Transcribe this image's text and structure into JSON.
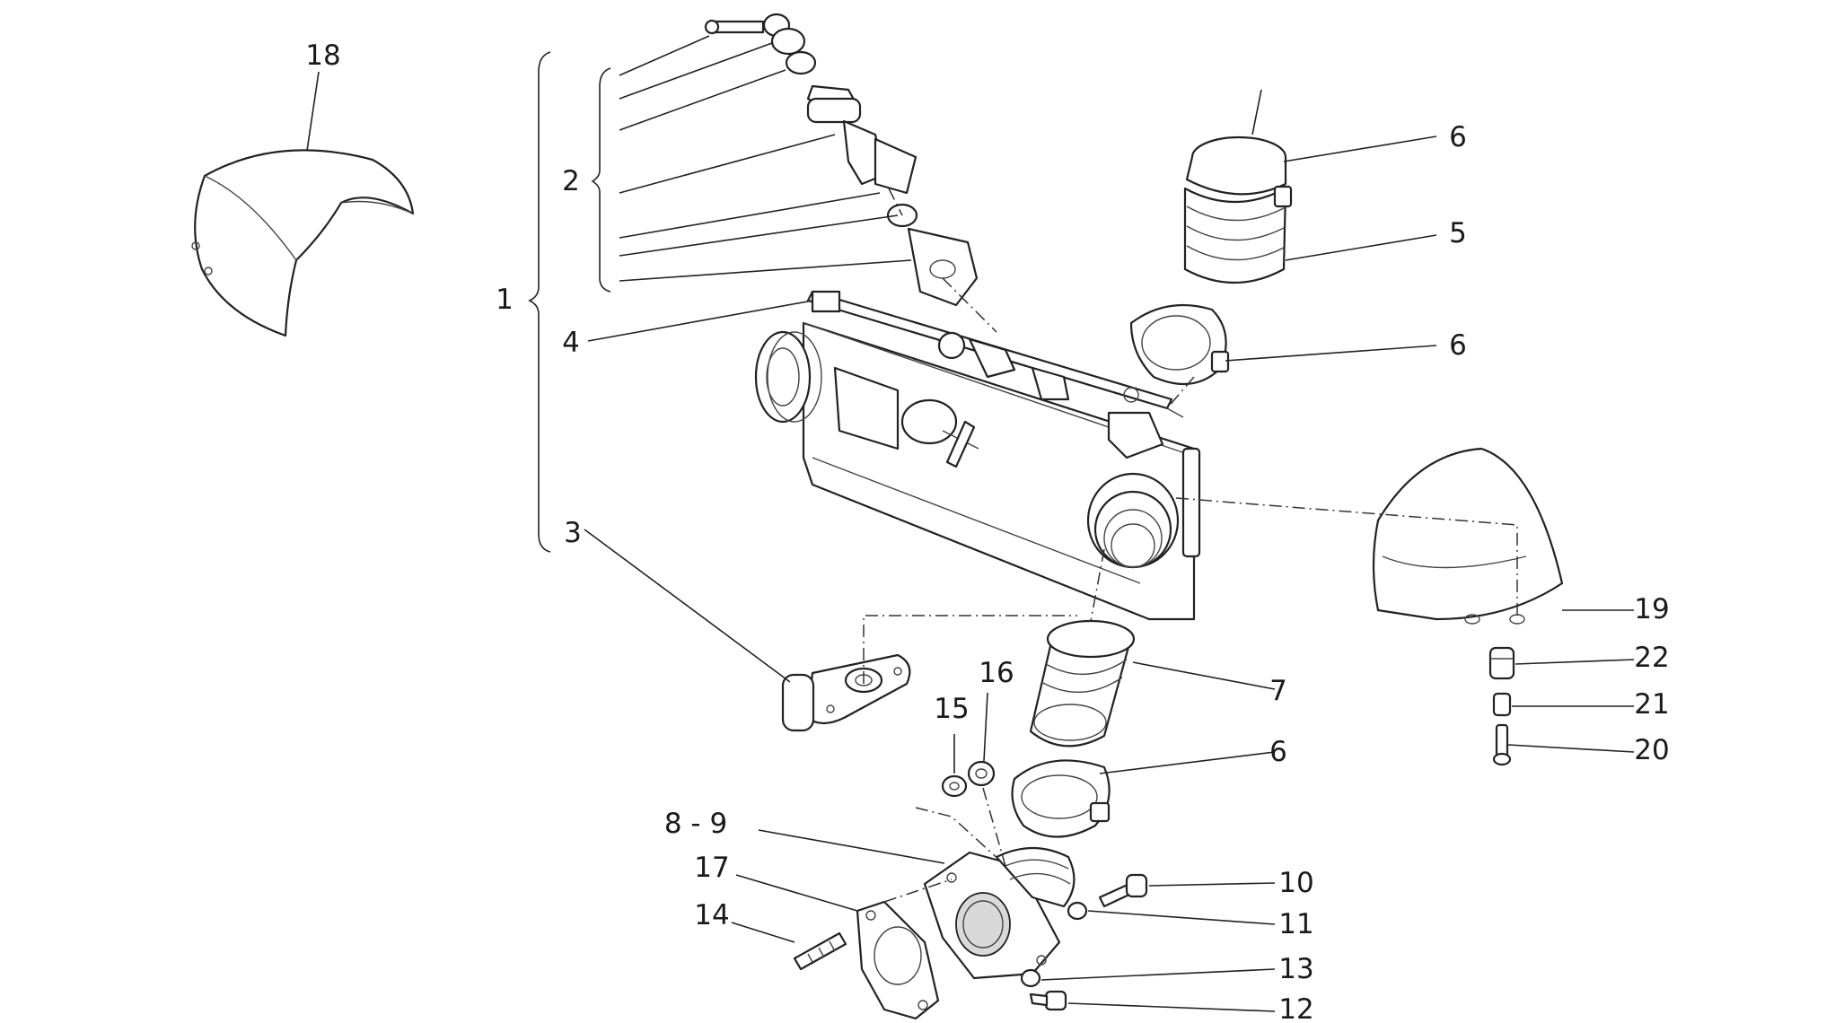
{
  "diagram": {
    "labels": {
      "l1": "1",
      "l2": "2",
      "l3": "3",
      "l4": "4",
      "l5": "5",
      "l6a": "6",
      "l6b": "6",
      "l6c": "6",
      "l7": "7",
      "l8_9": "8 - 9",
      "l10": "10",
      "l11": "11",
      "l12": "12",
      "l13": "13",
      "l14": "14",
      "l15": "15",
      "l16": "16",
      "l17": "17",
      "l18": "18",
      "l19": "19",
      "l20": "20",
      "l21": "21",
      "l22": "22"
    }
  }
}
